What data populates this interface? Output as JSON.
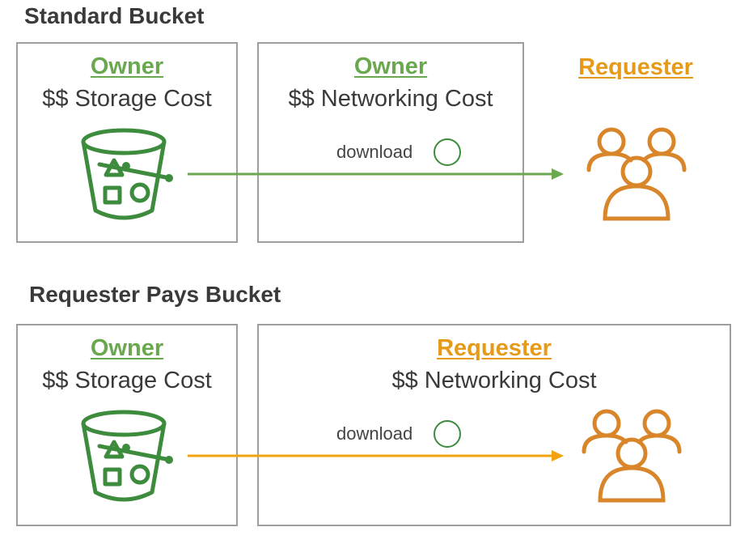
{
  "colors": {
    "owner": "#6aa84f",
    "requester": "#e69a17",
    "bucket": "#3d8b3d",
    "people": "#d9862b",
    "arrow_standard": "#6aa84f",
    "arrow_requester": "#f0a30a",
    "border": "#9e9e9e"
  },
  "standard": {
    "title": "Standard Bucket",
    "storage_role": "Owner",
    "storage_cost": "$$ Storage Cost",
    "network_role": "Owner",
    "network_cost": "$$ Networking Cost",
    "download": "download",
    "requester_label": "Requester"
  },
  "requester_pays": {
    "title": "Requester Pays Bucket",
    "storage_role": "Owner",
    "storage_cost": "$$ Storage Cost",
    "network_role": "Requester",
    "network_cost": "$$ Networking Cost",
    "download": "download"
  },
  "icons": {
    "bucket": "s3-bucket-icon",
    "users": "users-group-icon",
    "download": "circle-icon"
  }
}
